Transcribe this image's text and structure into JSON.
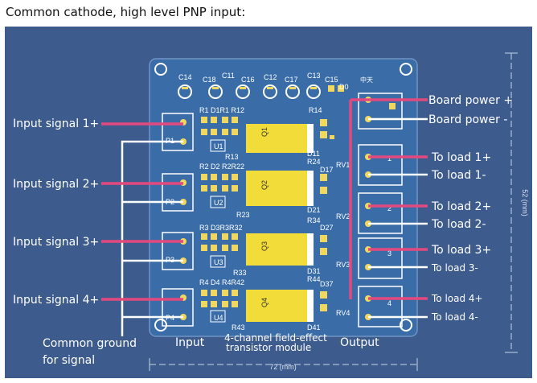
{
  "caption": "Common cathode, high level PNP input:",
  "inputs": [
    "Input signal 1+",
    "Input signal 2+",
    "Input signal 3+",
    "Input signal 4+"
  ],
  "common_ground": [
    "Common ground",
    "for signal"
  ],
  "board_power": [
    "Board power +",
    "Board power -"
  ],
  "loads": [
    "To load 1+",
    "To load 1-",
    "To load 2+",
    "To load 2-",
    "To load 3+",
    "To load 3-",
    "To load 4+",
    "To load 4-"
  ],
  "board": {
    "input_label": "Input",
    "output_label": "Output",
    "module_name": [
      "4-channel field-effect",
      "transistor module"
    ],
    "width_dim": "72 (mm)",
    "height_dim": "52 (mm)",
    "top_caps": [
      "C14",
      "C18",
      "C11",
      "C16",
      "C12",
      "C17",
      "C13",
      "C15",
      "D0"
    ],
    "top_mark": "中天",
    "channels": [
      {
        "res_top": "R1 D1R1 R12",
        "res_top_right": "R14",
        "fet": "Q1",
        "ic": "U1",
        "pin": "P1",
        "res_bottom": "R13",
        "diode_a": "D11",
        "diode_b": "R24",
        "diode_c": "D17",
        "rv": "RV1",
        "num": "1"
      },
      {
        "res_top": "R2 D2 R2R22",
        "res_top_right": "",
        "fet": "Q2",
        "ic": "U2",
        "pin": "P2",
        "res_bottom": "R23",
        "diode_a": "D21",
        "diode_b": "R34",
        "diode_c": "D27",
        "rv": "RV2",
        "num": "2"
      },
      {
        "res_top": "R3 D3R3R32",
        "res_top_right": "",
        "fet": "Q3",
        "ic": "U3",
        "pin": "P3",
        "res_bottom": "R33",
        "diode_a": "D31",
        "diode_b": "R44",
        "diode_c": "D37",
        "rv": "RV3",
        "num": "3"
      },
      {
        "res_top": "R4 D4 R4R42",
        "res_top_right": "",
        "fet": "Q4",
        "ic": "U4",
        "pin": "P4",
        "res_bottom": "R43",
        "diode_a": "D41",
        "diode_b": "",
        "diode_c": "",
        "rv": "RV4",
        "num": "4"
      }
    ]
  },
  "colors": {
    "background": "#3d5c8d",
    "board": "#3a6da8",
    "pad": "#f0d860",
    "fet": "#f2dc3a",
    "signal_wire": "#e2497e",
    "ground_wire": "#ffffff"
  }
}
